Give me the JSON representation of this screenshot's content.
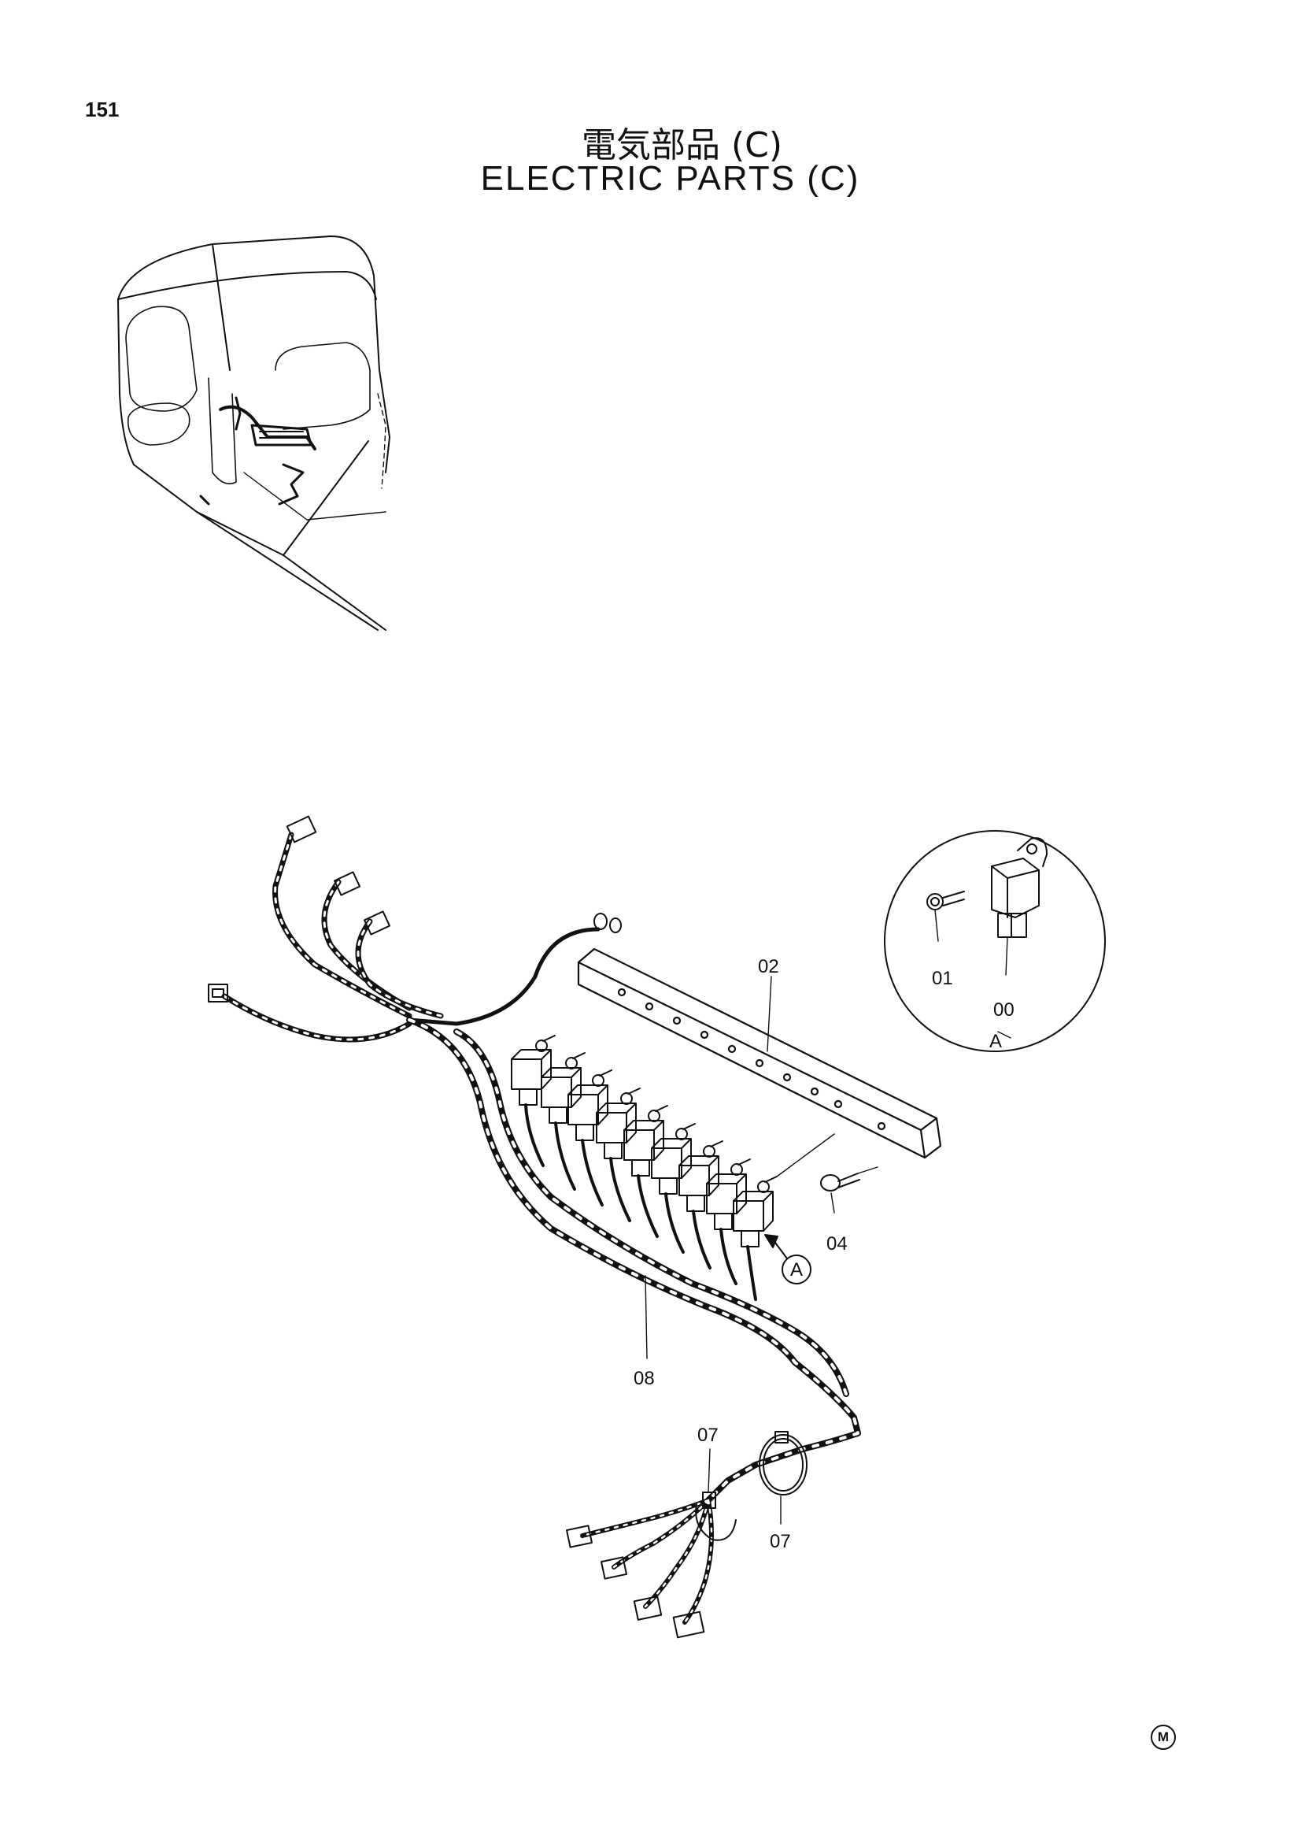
{
  "page": {
    "number": "151",
    "title_jp": "電気部品 (C)",
    "title_en": "ELECTRIC  PARTS  (C)"
  },
  "callouts": [
    {
      "id": "02",
      "label": "02"
    },
    {
      "id": "01",
      "label": "01"
    },
    {
      "id": "00",
      "label": "00"
    },
    {
      "id": "04",
      "label": "04"
    },
    {
      "id": "08",
      "label": "08"
    },
    {
      "id": "07a",
      "label": "07"
    },
    {
      "id": "07b",
      "label": "07"
    }
  ],
  "detail_view": {
    "letter": "A",
    "marker_letter": "A"
  },
  "footer": {
    "mark": "M"
  }
}
